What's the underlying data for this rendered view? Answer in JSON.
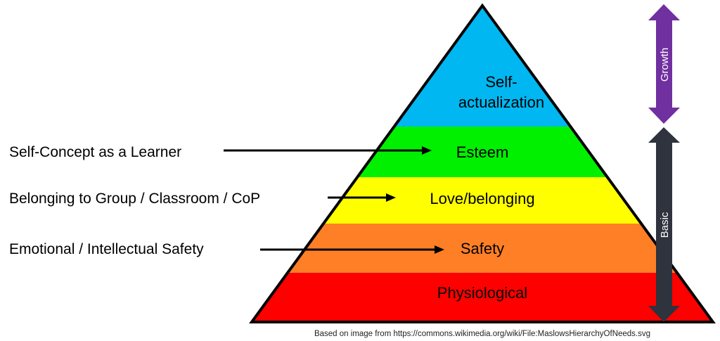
{
  "pyramid": {
    "levels": [
      {
        "label_line1": "Self-",
        "label_line2": "actualization",
        "color": "#00B7F1"
      },
      {
        "label": "Esteem",
        "color": "#00F000"
      },
      {
        "label": "Love/belonging",
        "color": "#FFFF00"
      },
      {
        "label": "Safety",
        "color": "#FF7F27"
      },
      {
        "label": "Physiological",
        "color": "#FF0000"
      }
    ]
  },
  "annotations": [
    {
      "text": "Self-Concept as a Learner",
      "points_to": "Esteem"
    },
    {
      "text": "Belonging to Group / Classroom / CoP",
      "points_to": "Love/belonging"
    },
    {
      "text": "Emotional / Intellectual Safety",
      "points_to": "Safety"
    }
  ],
  "side_arrows": {
    "growth": {
      "label": "Growth",
      "color": "#7030A0"
    },
    "basic": {
      "label": "Basic",
      "color": "#2E333D"
    }
  },
  "caption": "Based on image from https://commons.wikimedia.org/wiki/File:MaslowsHierarchyOfNeeds.svg"
}
